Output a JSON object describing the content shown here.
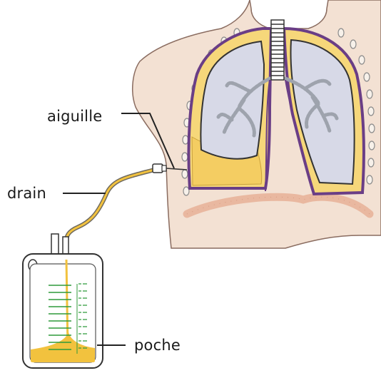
{
  "labels": {
    "needle": "aiguille",
    "drain": "drain",
    "bag": "poche"
  },
  "colors": {
    "skin": "#f3e1d3",
    "skin_outline": "#8a6c60",
    "pleura_purple": "#6a3e86",
    "pleura_yellow": "#f6d77a",
    "effusion": "#f4cd62",
    "lung": "#d7d9e7",
    "lung_outline": "#333333",
    "bronchi": "#9ea3ad",
    "diaphragm": "#e9b8a0",
    "bag_fluid": "#f2c23e",
    "scale_green": "#2f9a3a",
    "leader_line": "#222222"
  },
  "icons": {
    "ribs": "rib-segment-icon",
    "trachea": "trachea-icon"
  }
}
